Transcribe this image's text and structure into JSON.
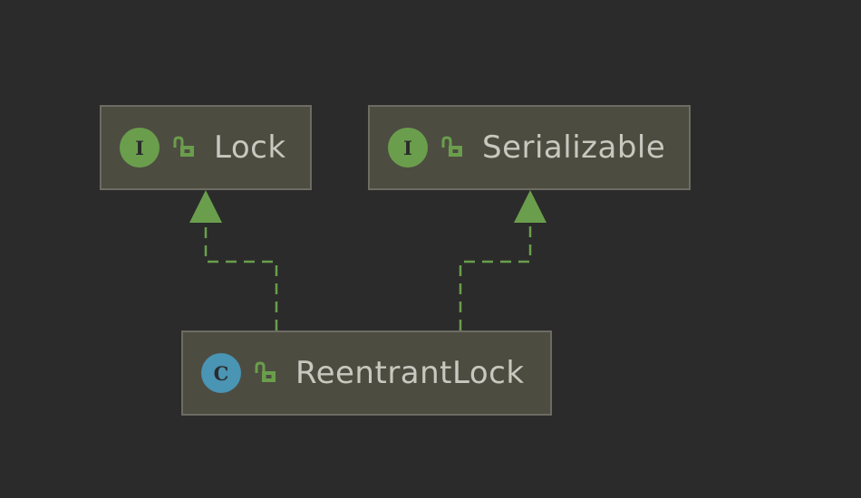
{
  "colors": {
    "background": "#2b2b2b",
    "node_fill": "#4d4c41",
    "node_border": "#6c6c63",
    "text": "#c8c8c0",
    "interface_badge": "#6a9e4c",
    "class_badge": "#4a94b4",
    "lock_icon": "#6a9e4c",
    "edge": "#6a9e4c"
  },
  "nodes": [
    {
      "id": "lock",
      "kind": "interface",
      "badge": "I",
      "label": "Lock",
      "icon": "unlocked-padlock-icon"
    },
    {
      "id": "serializable",
      "kind": "interface",
      "badge": "I",
      "label": "Serializable",
      "icon": "unlocked-padlock-icon"
    },
    {
      "id": "reentrantlock",
      "kind": "class",
      "badge": "C",
      "label": "ReentrantLock",
      "icon": "unlocked-padlock-icon"
    }
  ],
  "edges": [
    {
      "from": "reentrantlock",
      "to": "lock",
      "type": "implements",
      "style": "dashed"
    },
    {
      "from": "reentrantlock",
      "to": "serializable",
      "type": "implements",
      "style": "dashed"
    }
  ]
}
